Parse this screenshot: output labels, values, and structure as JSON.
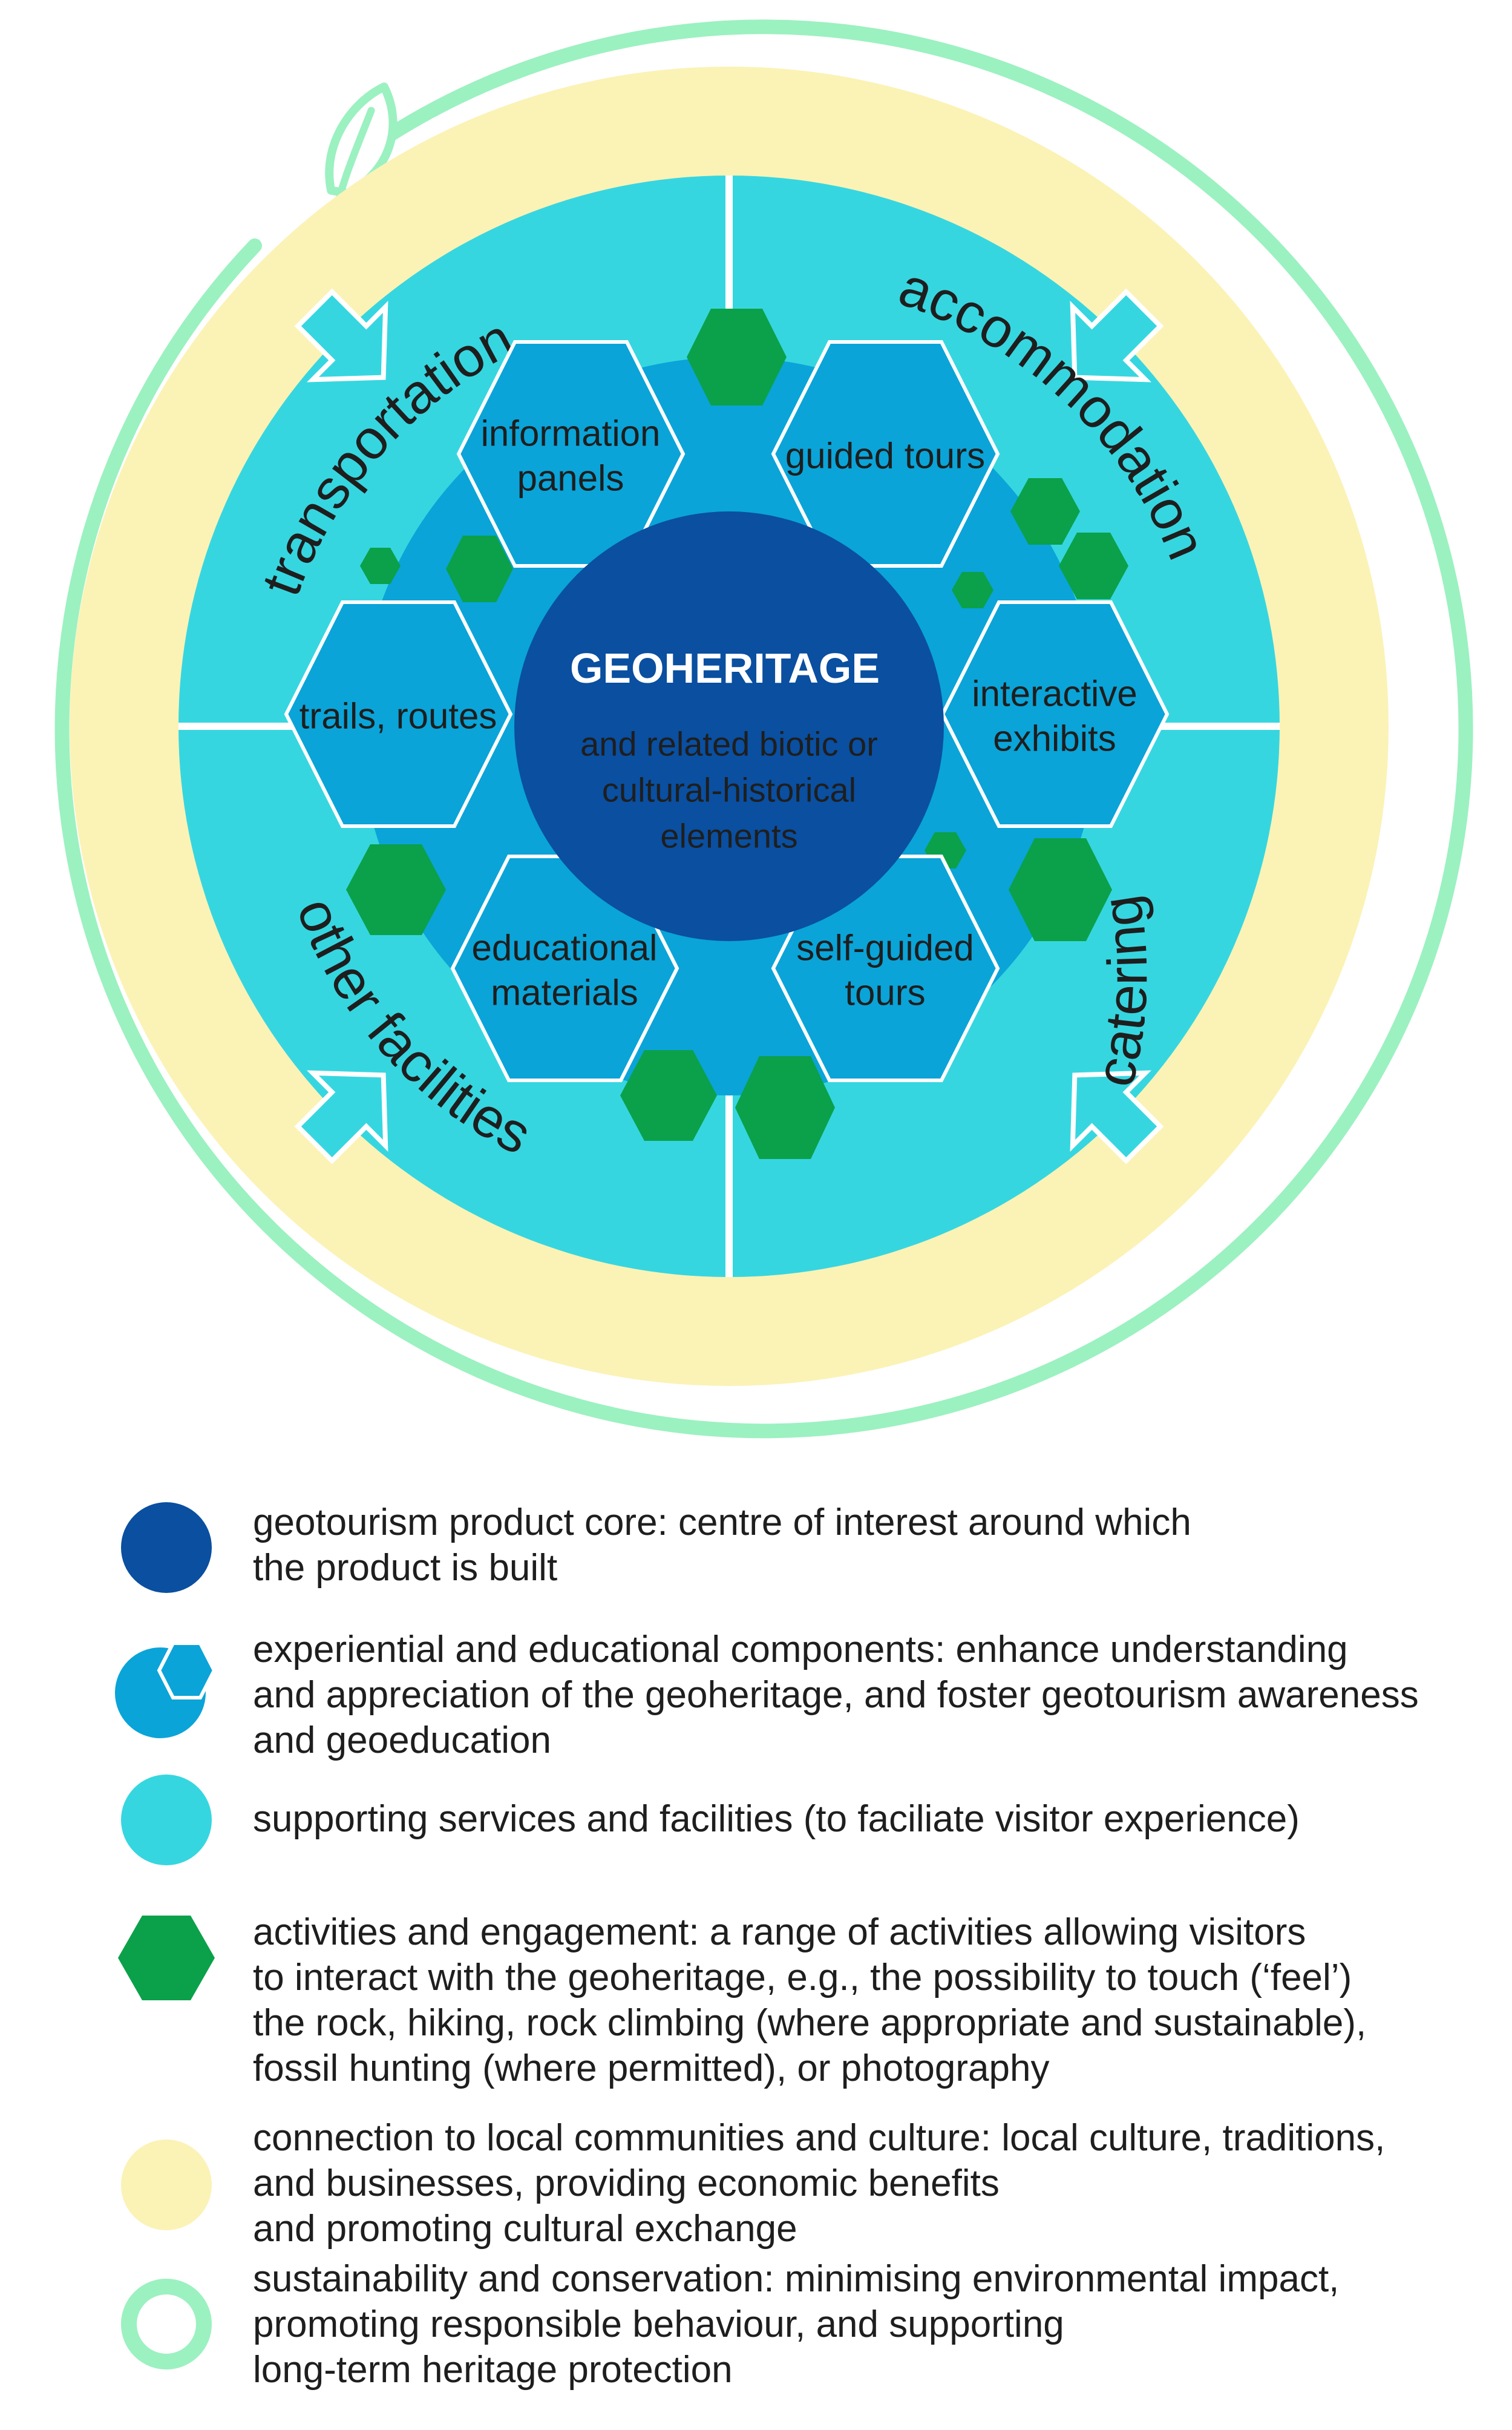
{
  "colors": {
    "core": "#0a4fa0",
    "component": "#0aa4d8",
    "component_stroke": "#ffffff",
    "support": "#36d6e0",
    "activity": "#0aa14a",
    "community": "#fbf2b6",
    "sustainability": "#9bf1c0",
    "text_dark": "#1e1e1e"
  },
  "diagram": {
    "core_title": "GEOHERITAGE",
    "core_subtitle": "and related biotic or cultural-historical elements",
    "components": [
      {
        "id": "information-panels",
        "label": "information panels"
      },
      {
        "id": "guided-tours",
        "label": "guided tours"
      },
      {
        "id": "trails-routes",
        "label": "trails, routes"
      },
      {
        "id": "interactive-exhibits",
        "label": "interactive exhibits"
      },
      {
        "id": "educational-materials",
        "label": "educational materials"
      },
      {
        "id": "self-guided-tours",
        "label": "self-guided tours"
      }
    ],
    "services": [
      {
        "id": "transportation",
        "label": "transportation"
      },
      {
        "id": "accommodation",
        "label": "accommodation"
      },
      {
        "id": "catering",
        "label": "catering"
      },
      {
        "id": "other-facilities",
        "label": "other facilities"
      }
    ],
    "icons": {
      "leaf": "leaf-icon",
      "arrow": "inward-arrow-icon",
      "activity": "hexagon-icon"
    }
  },
  "legend": [
    {
      "id": "core",
      "icon": "dark-circle-icon",
      "text": "geotourism product core: centre of interest around which\nthe product is built"
    },
    {
      "id": "components",
      "icon": "circle-hexagon-icon",
      "text": "experiential and educational components: enhance understanding\nand appreciation of the geoheritage, and foster geotourism awareness\nand geoeducation"
    },
    {
      "id": "services",
      "icon": "turquoise-circle-icon",
      "text": "supporting services and facilities (to faciliate visitor experience)"
    },
    {
      "id": "activities",
      "icon": "green-hexagon-icon",
      "text": "activities and engagement: a range of activities allowing visitors\nto interact with the geoheritage, e.g., the possibility to touch (‘feel’)\nthe rock, hiking, rock climbing (where appropriate and sustainable),\nfossil hunting (where permitted), or photography"
    },
    {
      "id": "community",
      "icon": "yellow-circle-icon",
      "text": "connection to local communities and culture: local culture, traditions,\nand businesses, providing economic benefits\nand promoting cultural exchange"
    },
    {
      "id": "sustainability",
      "icon": "green-ring-icon",
      "text": "sustainability and conservation: minimising environmental impact,\npromoting responsible behaviour, and supporting\nlong-term heritage protection"
    }
  ]
}
